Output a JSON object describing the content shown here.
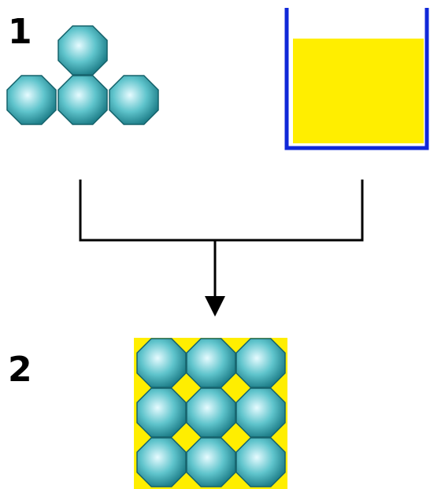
{
  "steps": {
    "first_label": "1",
    "second_label": "2"
  },
  "colors": {
    "particle_light": "#e6fbff",
    "particle_mid": "#5fc4cc",
    "particle_dark": "#1f7f8a",
    "particle_outline": "#16636c",
    "liquid": "#ffee00",
    "container": "#1028d8",
    "connector": "#000000"
  },
  "icons": {
    "particle": "octagon-particle-icon",
    "container": "beaker-icon",
    "arrow": "arrow-down-icon"
  },
  "step_one": {
    "particle_count": 4,
    "container_fill_fraction": 0.78
  },
  "step_two": {
    "grid_rows": 3,
    "grid_cols": 3
  }
}
